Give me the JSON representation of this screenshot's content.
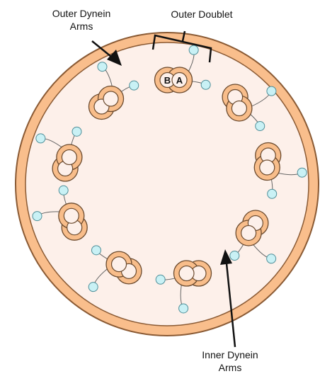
{
  "labels": {
    "outer_dynein_arms": [
      "Outer Dynein",
      "Arms"
    ],
    "outer_doublet": "Outer Doublet",
    "inner_dynein_arms": [
      "Inner Dynein",
      "Arms"
    ],
    "tubule_a": "A",
    "tubule_b": "B"
  },
  "colors": {
    "membrane": "#f9be8c",
    "membrane_stroke": "#8a5a34",
    "interior": "#fdf0ea",
    "tubule_fill": "#f8bd8a",
    "tubule_stroke": "#6b4a2e",
    "arm_fill": "#c9f1f5",
    "arm_stroke": "#4f8f99",
    "line": "#111111"
  },
  "doublet_count": 9
}
